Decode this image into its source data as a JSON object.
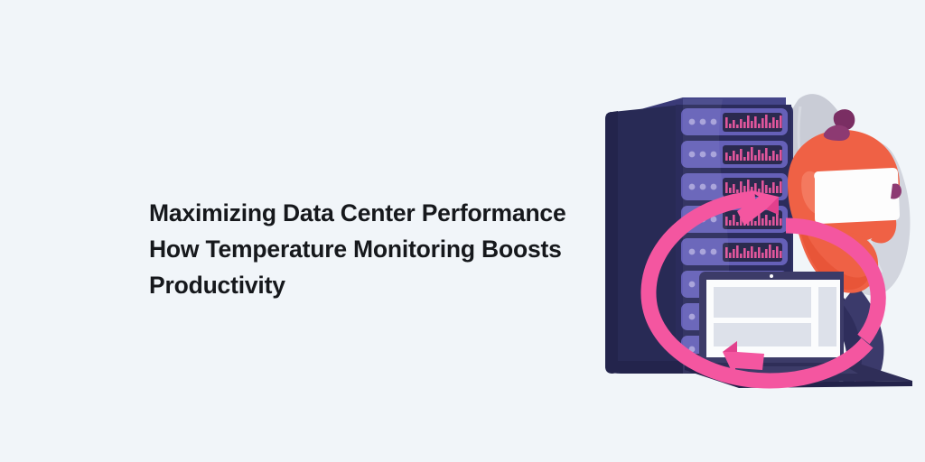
{
  "page": {
    "background_color": "#f1f5f9",
    "type": "article-hero-banner"
  },
  "headline": {
    "color": "#16181c",
    "line1": "Maximizing Data Center Performance",
    "line2": "How Temperature Monitoring Boosts",
    "line3": "Productivity",
    "full_text": "Maximizing Data Center Performance How Temperature Monitoring Boosts Productivity"
  },
  "illustration": {
    "name": "data-center-temperature-monitoring-illustration",
    "description": "Flat illustration of a server rack with activity bar graphs, a person in an orange shirt holding a tablet, an open laptop, and a pink circular refresh arrow looping around them",
    "colors": {
      "background": "#f1f5f9",
      "leaf_grey": "#c9ccd6",
      "leaf_grey_light": "#d6d9e1",
      "rack_dark": "#282a55",
      "rack_top": "#32346a",
      "rack_side_shadow": "#21234a",
      "slot_face": "#6560b8",
      "slot_face_shadow": "#5a55ab",
      "slot_dot": "#9f9ad6",
      "panel_dark": "#2b2a4e",
      "bar_pink": "#e0569b",
      "bar_pink_light": "#ef74b0",
      "accent_pink": "#f456a0",
      "accent_pink_dark": "#e2408d",
      "shirt_orange": "#ef6145",
      "shirt_orange_dark": "#e85538",
      "shirt_orange_light": "#f4795f",
      "pants_navy": "#3b3a6b",
      "pants_navy_dark": "#2f2e5c",
      "hair_purple": "#7a2e63",
      "shoe_purple": "#8d3a72",
      "tablet_white": "#fdfdfd",
      "laptop_screen": "#fbfcfd",
      "laptop_block": "#dde1ea",
      "laptop_body": "#3c3b68",
      "laptop_base": "#2f2e58",
      "laptop_base_dark": "#23224a"
    },
    "server_rack": {
      "slot_count": 9,
      "slots_with_graph": 6,
      "dots_per_slot": 3,
      "bars_per_graph": 18
    },
    "elements": [
      "background-leaf-large",
      "background-leaf-small",
      "server-rack",
      "server-slot",
      "server-activity-bars",
      "person-figure",
      "person-tablet",
      "laptop",
      "refresh-cycle-arrow"
    ]
  }
}
